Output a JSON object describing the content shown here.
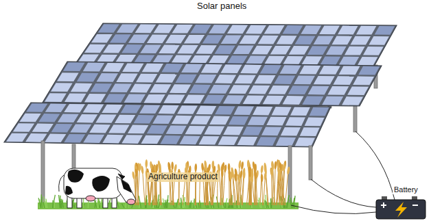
{
  "diagram": {
    "labels": [
      "Solar panels",
      "Agriculture product",
      "Battery"
    ]
  }
}
